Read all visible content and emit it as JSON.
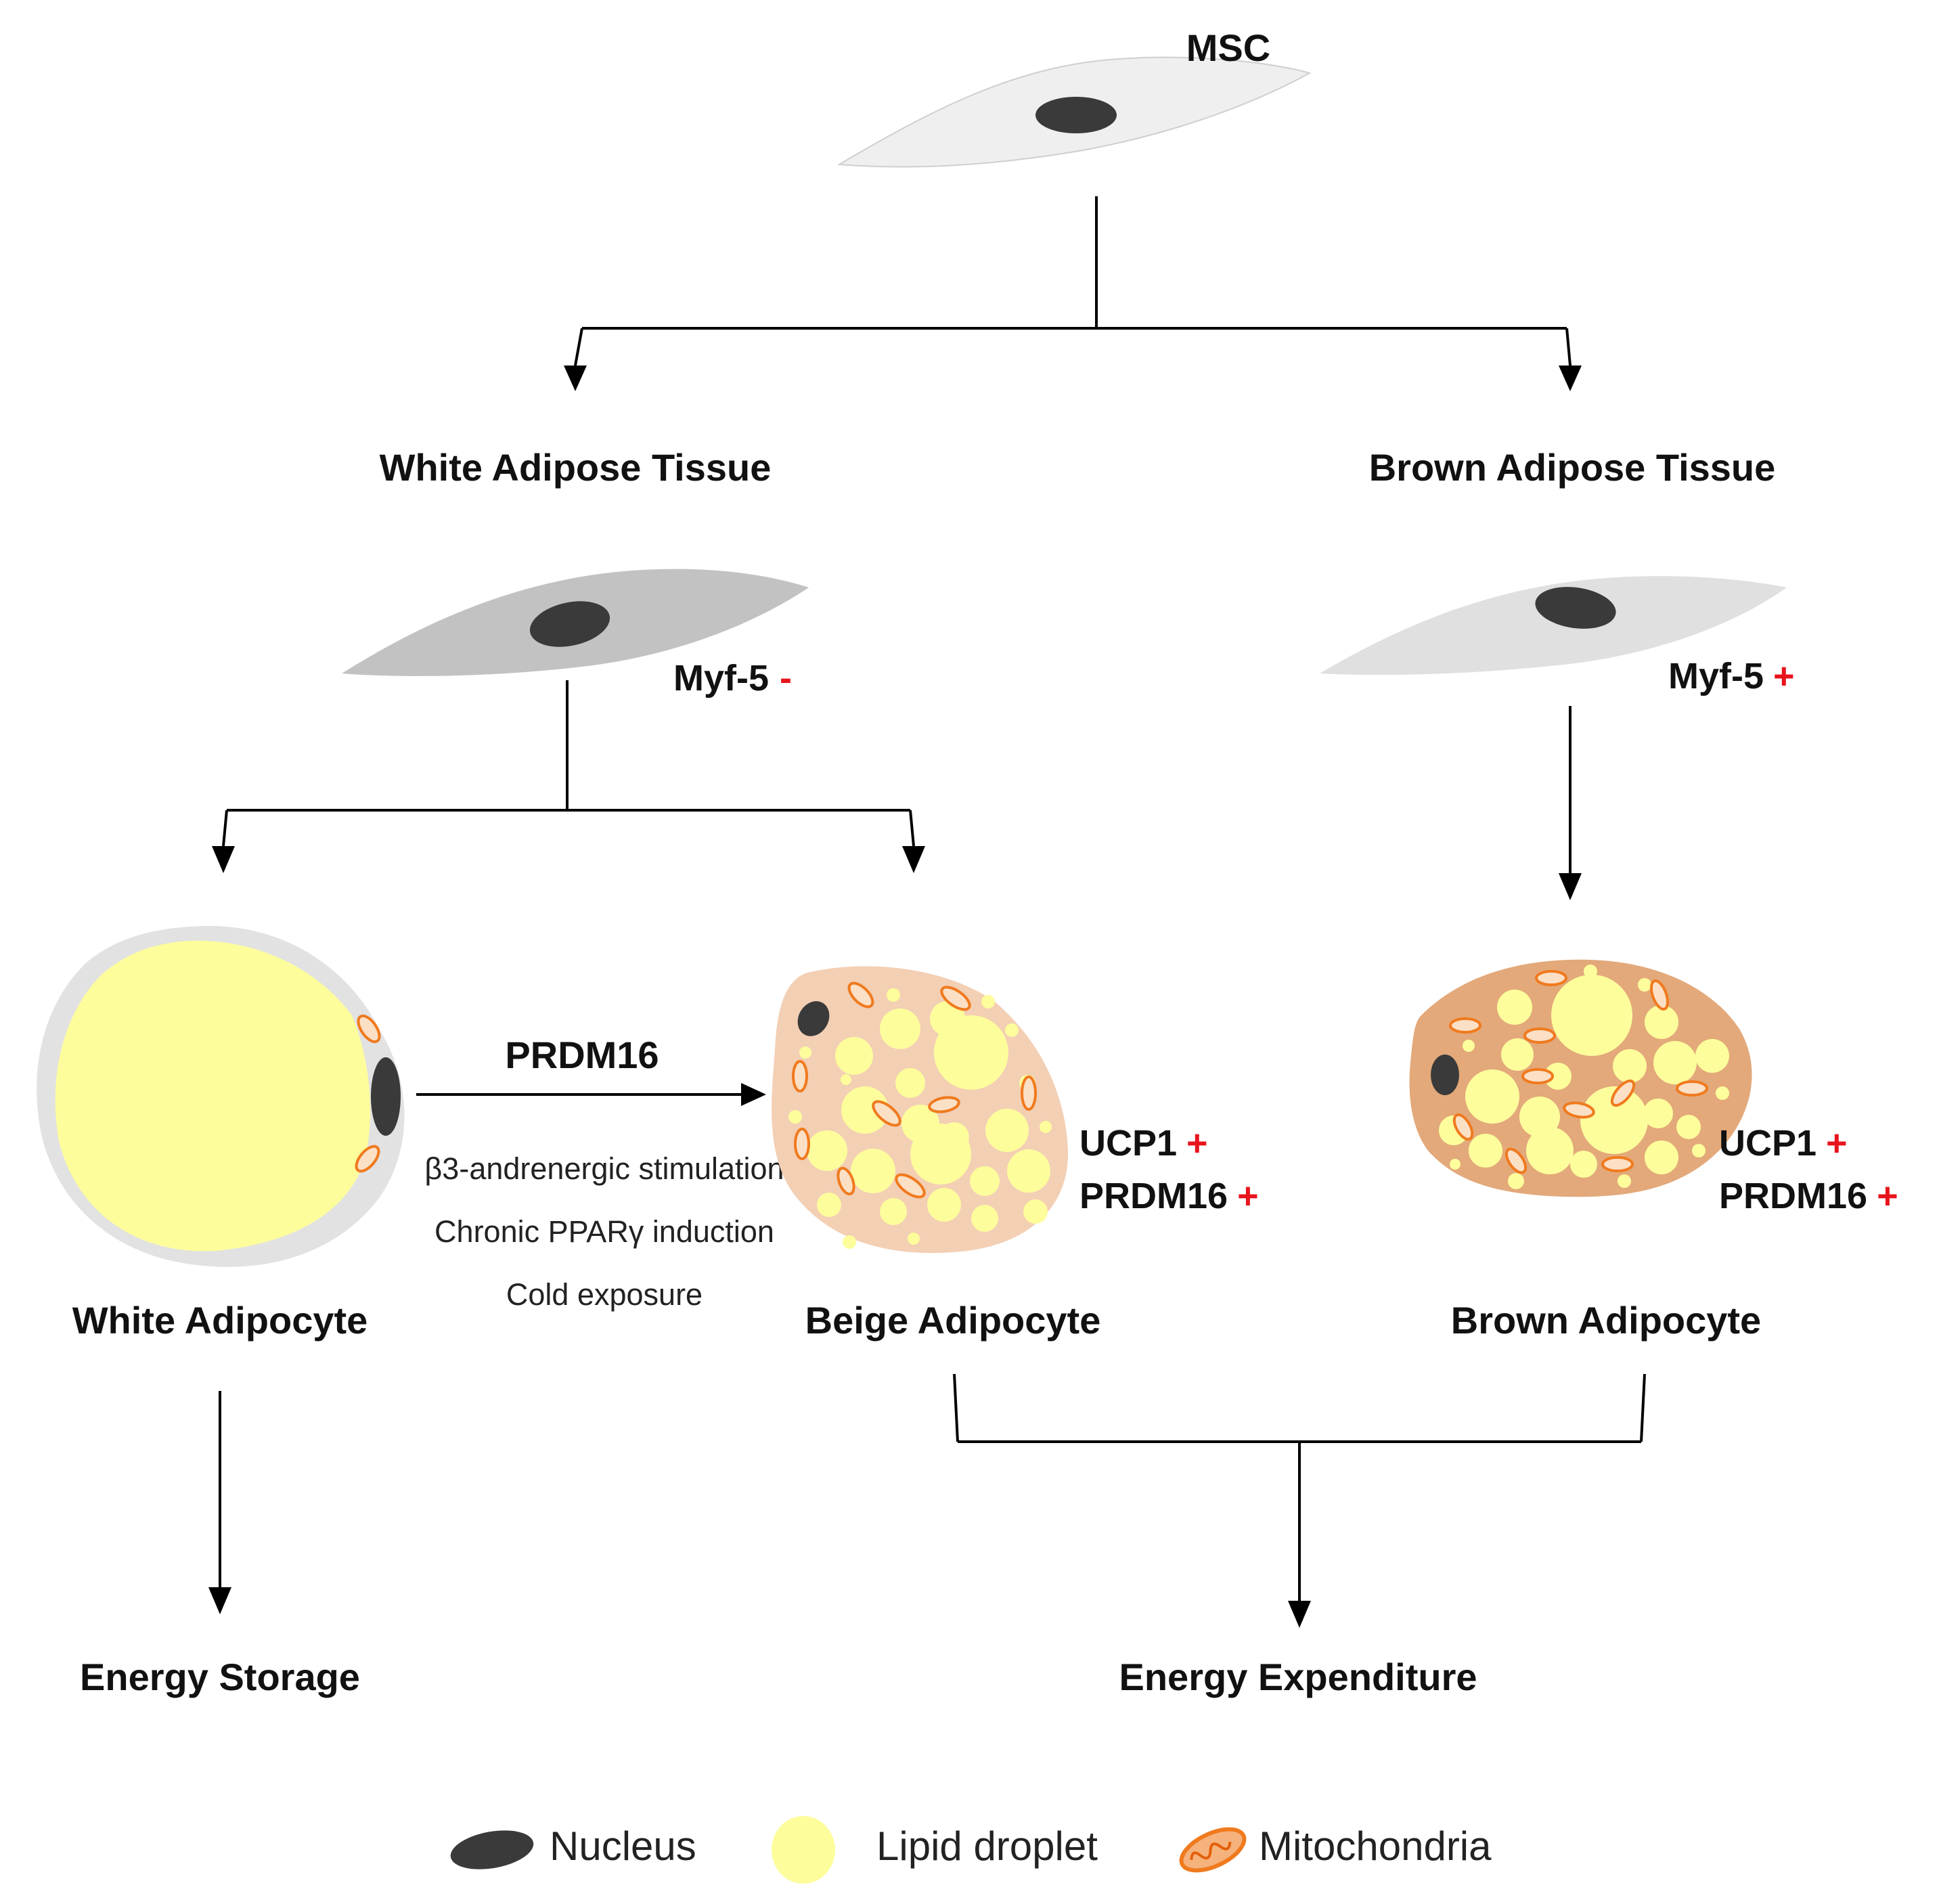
{
  "labels": {
    "msc": "MSC",
    "wat": "White Adipose Tissue",
    "bat": "Brown Adipose Tissue",
    "white_adipocyte": "White Adipocyte",
    "beige_adipocyte": "Beige Adipocyte",
    "brown_adipocyte": "Brown Adipocyte",
    "energy_storage": "Energy Storage",
    "energy_expenditure": "Energy Expenditure"
  },
  "markers": {
    "myf5_wat": {
      "name": "Myf-5",
      "sign": "-"
    },
    "myf5_bat": {
      "name": "Myf-5",
      "sign": "+"
    },
    "beige_ucp1": {
      "name": "UCP1",
      "sign": "+"
    },
    "beige_prdm16": {
      "name": "PRDM16",
      "sign": "+"
    },
    "brown_ucp1": {
      "name": "UCP1",
      "sign": "+"
    },
    "brown_prdm16": {
      "name": "PRDM16",
      "sign": "+"
    }
  },
  "conversion": {
    "factor": "PRDM16",
    "conditions": [
      "β3-andrenergic stimulation",
      "Chronic PPARγ induction",
      "Cold exposure"
    ]
  },
  "legend": [
    {
      "icon": "nucleus-icon",
      "label": "Nucleus"
    },
    {
      "icon": "lipid-droplet-icon",
      "label": "Lipid droplet"
    },
    {
      "icon": "mitochondria-icon",
      "label": "Mitochondria"
    }
  ],
  "colors": {
    "nucleus": "#3a3a3a",
    "lipid": "#fdfd9c",
    "mito_stroke": "#f07a1e",
    "mito_fill": "#fbe0c6",
    "beige_cyto": "#f3cfb4",
    "brown_cyto": "#e3a97a",
    "white_rim": "#e2e2e2",
    "msc_cell": "#efefef",
    "wat_precursor": "#c2c2c2",
    "bat_precursor": "#e0e0e0",
    "sign": "#e8141c"
  }
}
